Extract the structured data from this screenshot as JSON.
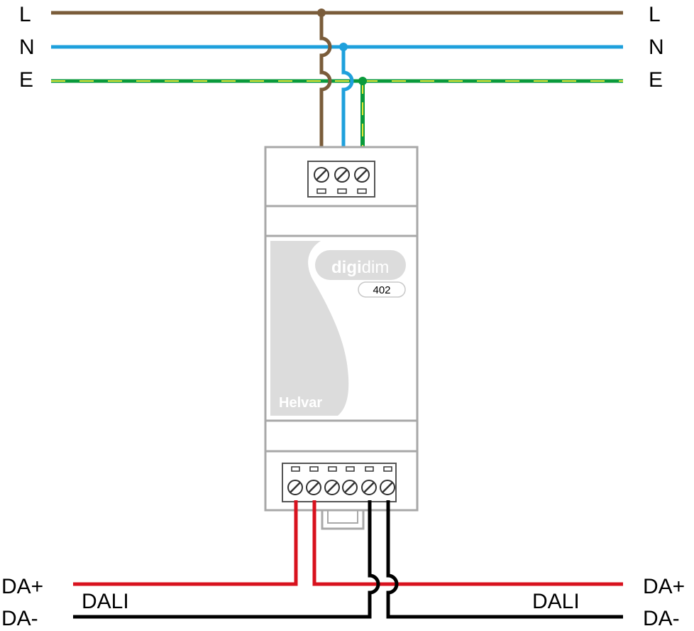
{
  "supply_labels": {
    "left": {
      "l": "L",
      "n": "N",
      "e": "E"
    },
    "right": {
      "l": "L",
      "n": "N",
      "e": "E"
    }
  },
  "device": {
    "brand": "Helvar",
    "logo_part1": "digi",
    "logo_part2": "dim",
    "model": "402"
  },
  "dali_labels": {
    "left_plus": "DA+",
    "left_minus": "DA-",
    "left_bus": "DALI",
    "right_plus": "DA+",
    "right_minus": "DA-",
    "right_bus": "DALI"
  },
  "colors": {
    "live": "#7a5c3a",
    "neutral": "#1ea0dc",
    "earth_green": "#0a9a3c",
    "earth_yellow": "#e8e83a",
    "dali_plus": "#d8121e",
    "dali_minus": "#000000",
    "housing": "#a8a8a8",
    "face": "#dcdcdc"
  }
}
